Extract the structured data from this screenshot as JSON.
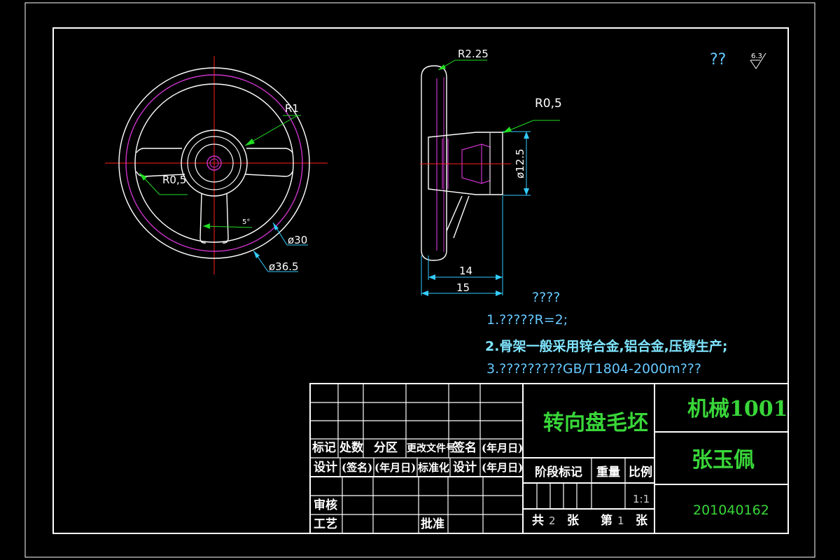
{
  "colors": {
    "background": "#000000",
    "outline": "#ffffff",
    "center_line": "#ff2020",
    "hidden": "#cc33cc",
    "dimension": "#33ccff",
    "leader": "#22dd22",
    "note_text": "#66c8ff",
    "title_green": "#39d639"
  },
  "roughness": {
    "prefix": "??",
    "value": "6.3"
  },
  "front_view": {
    "r1": "R1",
    "r05": "R0,5",
    "angle": "5°",
    "d30": "ø30",
    "d365": "ø36.5"
  },
  "side_view": {
    "r225": "R2.25",
    "r05": "R0,5",
    "d125": "ø12.5",
    "d14": "14",
    "d15": "15"
  },
  "notes": {
    "title": "????",
    "line1": "1.?????R=2;",
    "line2": "2.骨架一般采用锌合金,铝合金,压铸生产;",
    "line3": "3.?????????GB/T1804-2000m???"
  },
  "title_block": {
    "headers": {
      "mark": "标记",
      "count": "处数",
      "zone": "分区",
      "change_doc": "更改文件号",
      "sign": "签名",
      "date": "(年月日)"
    },
    "row2": {
      "design": "设计",
      "sign": "(签名)",
      "date": "(年月日)",
      "standard": "标准化",
      "design2": "设计",
      "date2": "(年月日)"
    },
    "review": "审核",
    "process": "工艺",
    "approve": "批准",
    "stage_mark": "阶段标记",
    "weight": "重量",
    "scale_label": "比例",
    "scale": "1:1",
    "total_label": "共",
    "total": "2",
    "sheet_unit": "张",
    "current_label": "第",
    "current": "1",
    "sheet_unit2": "张",
    "drawing_name": "转向盘毛坯",
    "class": "机械1001",
    "author": "张玉佩",
    "student_id": "201040162"
  }
}
